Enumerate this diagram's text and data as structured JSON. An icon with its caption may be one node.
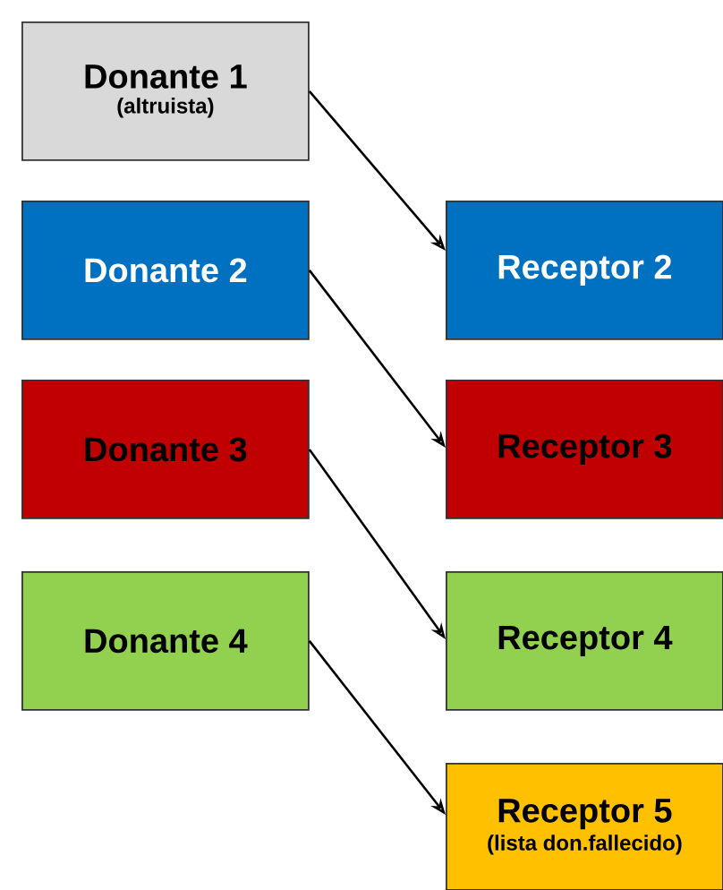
{
  "diagram": {
    "nodes": [
      {
        "text": [
          "Donante 1",
          "(altruista)"
        ]
      },
      {
        "text": [
          "Donante 2"
        ]
      },
      {
        "text": [
          "Donante 3"
        ]
      },
      {
        "text": [
          "Donante 4"
        ]
      },
      {
        "text": [
          "Receptor 2"
        ]
      },
      {
        "text": [
          "Receptor 3"
        ]
      },
      {
        "text": [
          "Receptor 4"
        ]
      },
      {
        "text": [
          "Receptor 5",
          "(lista don.fallecido)"
        ]
      }
    ],
    "edges": [
      {
        "from": 0,
        "to": 4,
        "arrow": "to"
      },
      {
        "from": 1,
        "to": 5,
        "arrow": "to"
      },
      {
        "from": 2,
        "to": 6,
        "arrow": "to"
      },
      {
        "from": 3,
        "to": 7,
        "arrow": "to"
      }
    ]
  }
}
